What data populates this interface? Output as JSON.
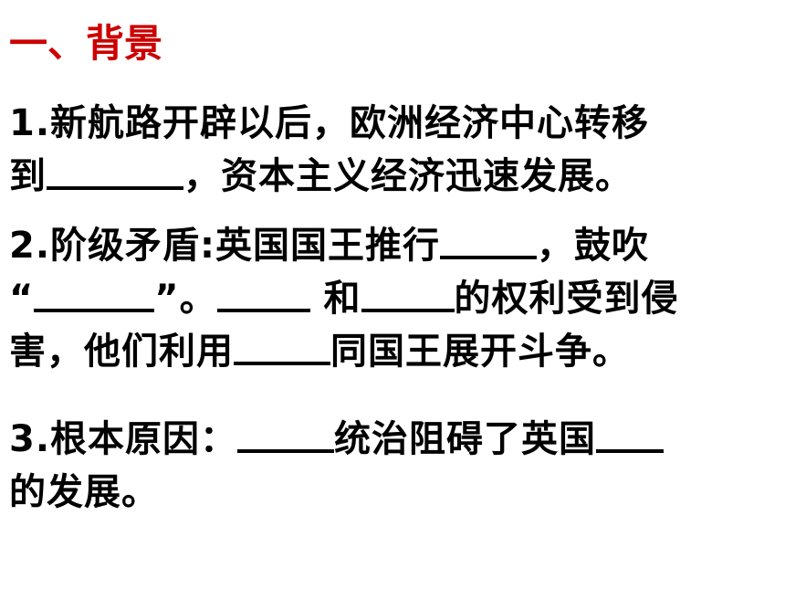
{
  "heading": "一、背景",
  "colors": {
    "heading": "#cc0000",
    "text": "#000000"
  },
  "p1": {
    "line1": "1.新航路开辟以后，欧洲经济中心转移",
    "line2_a": "到",
    "line2_b": "，资本主义经济迅速发展。"
  },
  "p2": {
    "line1_a": "2.阶级矛盾:英国国王推行",
    "line1_b": "，鼓吹",
    "line2_a": "“",
    "line2_b": "”。",
    "line2_c": " 和",
    "line2_d": "的权利受到侵",
    "line3_a": "害，他们利用",
    "line3_b": "同国王展开斗争。"
  },
  "p3": {
    "line1_a": "3.根本原因：",
    "line1_b": "统治阻碍了英国",
    "line2": "的发展。"
  }
}
